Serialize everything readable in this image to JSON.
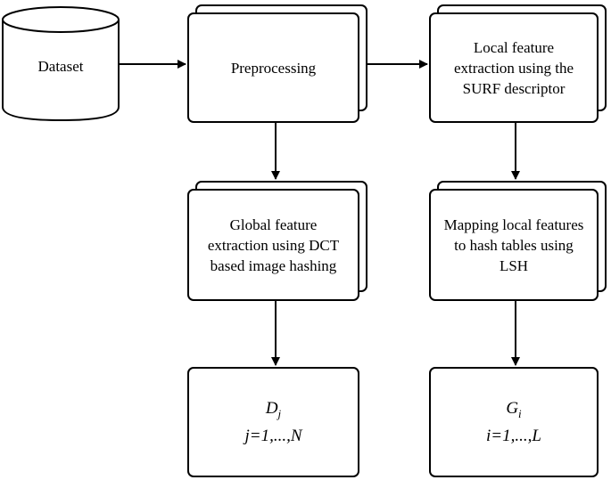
{
  "nodes": {
    "dataset": {
      "label": "Dataset"
    },
    "preprocessing": {
      "label": "Preprocessing"
    },
    "local_feature": {
      "label": "Local feature extraction using the SURF descriptor"
    },
    "global_feature": {
      "label": "Global feature extraction using DCT based image hashing"
    },
    "mapping_local": {
      "label": "Mapping local features to hash tables using LSH"
    },
    "output_d": {
      "symbol": "D",
      "subscript": "j",
      "range": "j=1,...,N"
    },
    "output_g": {
      "symbol": "G",
      "subscript": "i",
      "range": "i=1,...,L"
    }
  },
  "edges": [
    {
      "from": "dataset",
      "to": "preprocessing"
    },
    {
      "from": "preprocessing",
      "to": "local_feature"
    },
    {
      "from": "preprocessing",
      "to": "global_feature"
    },
    {
      "from": "local_feature",
      "to": "mapping_local"
    },
    {
      "from": "global_feature",
      "to": "output_d"
    },
    {
      "from": "mapping_local",
      "to": "output_g"
    }
  ]
}
